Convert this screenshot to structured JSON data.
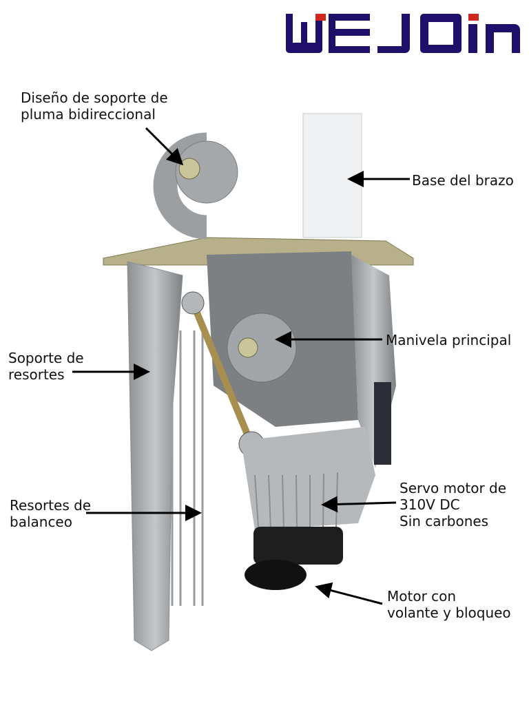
{
  "logo": {
    "text": "WEJOIN",
    "color": "#1f0f6b",
    "accent": "#d0281f"
  },
  "labels": {
    "bidirectional": "Diseño de soporte de\npluma bidireccional",
    "arm_base": "Base del brazo",
    "main_crank": "Manivela principal",
    "spring_support": "Soporte de\nresortes",
    "balance_springs": "Resortes de\nbalanceo",
    "servo_motor": "Servo motor de\n310V DC\nSin carbones",
    "flywheel_motor": "Motor con\nvolante y bloqueo"
  },
  "colors": {
    "metal": "#a9acae",
    "metal_dark": "#6f7274",
    "plate": "#b7b08a",
    "arm_base": "#eef0f2"
  }
}
